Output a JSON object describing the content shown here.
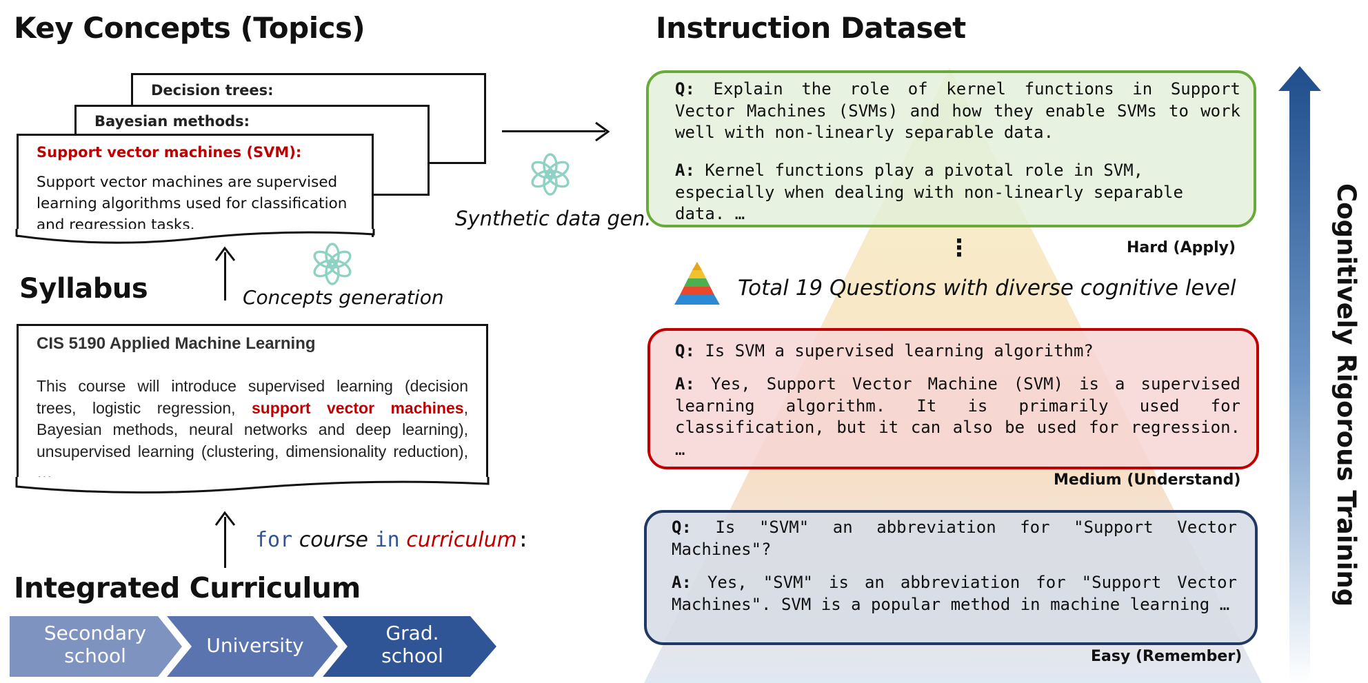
{
  "key_concepts": {
    "title": "Key Concepts (Topics)",
    "cards": [
      {
        "title": "Decision trees:"
      },
      {
        "title": "Bayesian methods:"
      },
      {
        "title": "Support vector machines (SVM):",
        "body": "Support vector machines are supervised learning algorithms used for classification and regression tasks."
      }
    ],
    "accent_color": "#c00000"
  },
  "syllabus": {
    "title": "Syllabus",
    "course_title": "CIS 5190 Applied Machine Learning",
    "body_before": "This course will introduce supervised learning (decision trees, logistic regression, ",
    "body_highlight": "support vector machines",
    "body_after": ", Bayesian methods, neural networks and deep learning), unsupervised learning (clustering, dimensionality reduction), …"
  },
  "concepts_generation_label": "Concepts generation",
  "synthetic_label": "Synthetic data gen.",
  "loop": {
    "kw_for": "for",
    "var_course": "course",
    "kw_in": "in",
    "var_curriculum": "curriculum",
    "colon": ":"
  },
  "curriculum": {
    "title": "Integrated Curriculum",
    "stages": [
      {
        "label": "Secondary school",
        "color": "#7f93c1"
      },
      {
        "label": "University",
        "color": "#5a74b0"
      },
      {
        "label": "Grad. school",
        "color": "#2f5597"
      }
    ]
  },
  "instruction": {
    "title": "Instruction Dataset",
    "total_label": "Total 19 Questions with diverse cognitive level",
    "ellipsis": "⋮",
    "hard": {
      "level": "Hard (Apply)",
      "q_prefix": "Q:",
      "q": "Explain the role of kernel functions in Support Vector Machines (SVMs) and how they enable SVMs to work well with non-linearly separable data.",
      "a_prefix": "A:",
      "a": "Kernel functions play a pivotal role in SVM, especially when dealing with non-linearly separable data. …",
      "border": "#6aaa3a",
      "fill": "#e2efd9"
    },
    "medium": {
      "level": "Medium (Understand)",
      "q_prefix": "Q:",
      "q": "Is SVM a supervised learning algorithm?",
      "a_prefix": "A:",
      "a": "Yes, Support Vector Machine (SVM) is a supervised learning algorithm. It is primarily used for classification, but it can also be used for regression. …",
      "border": "#c00000",
      "fill": "#f6d4d4"
    },
    "easy": {
      "level": "Easy (Remember)",
      "q_prefix": "Q:",
      "q": "Is \"SVM\" an abbreviation for \"Support Vector Machines\"?",
      "a_prefix": "A:",
      "a": "Yes, \"SVM\" is an abbreviation for \"Support Vector Machines\". SVM is a popular method in machine learning …",
      "border": "#1f3864",
      "fill": "#d6dce5"
    }
  },
  "axis_label": "Cognitively Rigorous Training",
  "icons": [
    "openai-logo-icon",
    "pyramid-icon"
  ]
}
